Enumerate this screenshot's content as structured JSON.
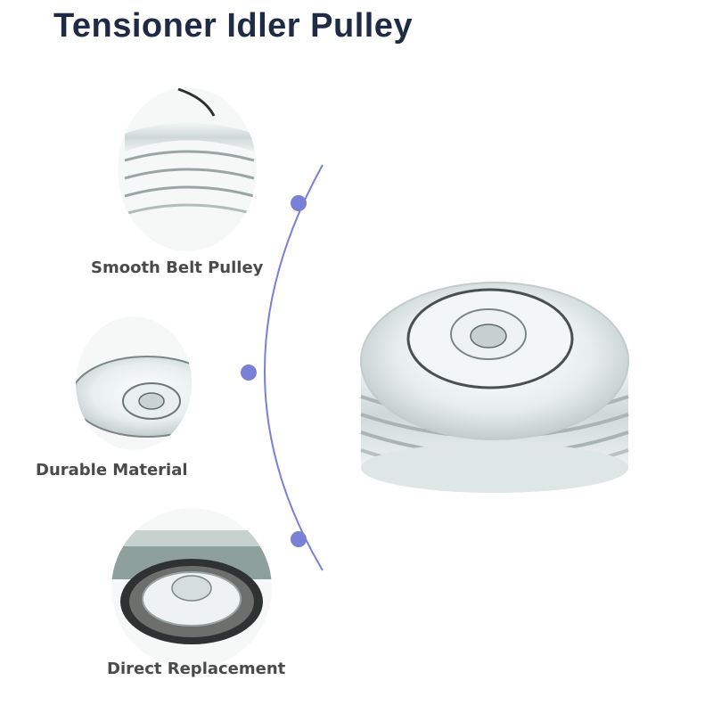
{
  "title": "Tensioner Idler Pulley",
  "features": [
    {
      "label": "Smooth Belt Pulley"
    },
    {
      "label": "Durable Material"
    },
    {
      "label": "Direct Replacement"
    }
  ],
  "colors": {
    "title": "#1f2a44",
    "label": "#4a4a4a",
    "accent": "#7a80d6",
    "metal": "#dfe6e6"
  }
}
